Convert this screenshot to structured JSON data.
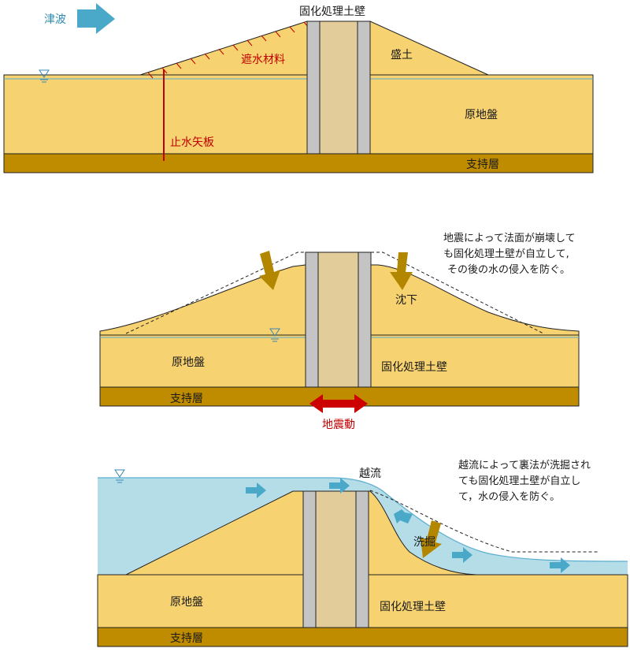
{
  "colors": {
    "ground": "#f7d270",
    "embankment": "#f7d270",
    "bearing_layer": "#bf8c00",
    "wall_gray": "#c4c4c4",
    "wall_core": "#e2cc99",
    "water": "#b5dde8",
    "water_line": "#5aaed0",
    "arrow_blue": "#4aa8c8",
    "arrow_brown": "#b38600",
    "arrow_red": "#cc0000",
    "sheet_pile": "#c00000"
  },
  "icons": {
    "water_level": "water-level-triangle-icon",
    "tsunami": "tsunami-arrow-icon",
    "settlement": "settlement-arrow-icon",
    "ground_motion": "double-arrow-icon",
    "overflow": "flow-arrow-icon"
  },
  "panel1": {
    "tsunami_label": "津波",
    "wall_label": "固化処理土壁",
    "seal_label": "遮水材料",
    "fill_label": "盛土",
    "ground_label": "原地盤",
    "sheet_pile_label": "止水矢板",
    "bearing_label": "支持層"
  },
  "panel2": {
    "note_lines": [
      "地震によって法面が崩壊して",
      "も固化処理土壁が自立して,",
      "その後の水の侵入を防ぐ。"
    ],
    "settle_label": "沈下",
    "ground_label": "原地盤",
    "wall_label": "固化処理土壁",
    "bearing_label": "支持層",
    "motion_label": "地震動"
  },
  "panel3": {
    "note_lines": [
      "越流によって裏法が洗掘され",
      "ても固化処理土壁が自立し",
      "て，水の侵入を防ぐ。"
    ],
    "overflow_label": "越流",
    "scour_label": "洗掘",
    "ground_label": "原地盤",
    "wall_label": "固化処理土壁",
    "bearing_label": "支持層"
  }
}
